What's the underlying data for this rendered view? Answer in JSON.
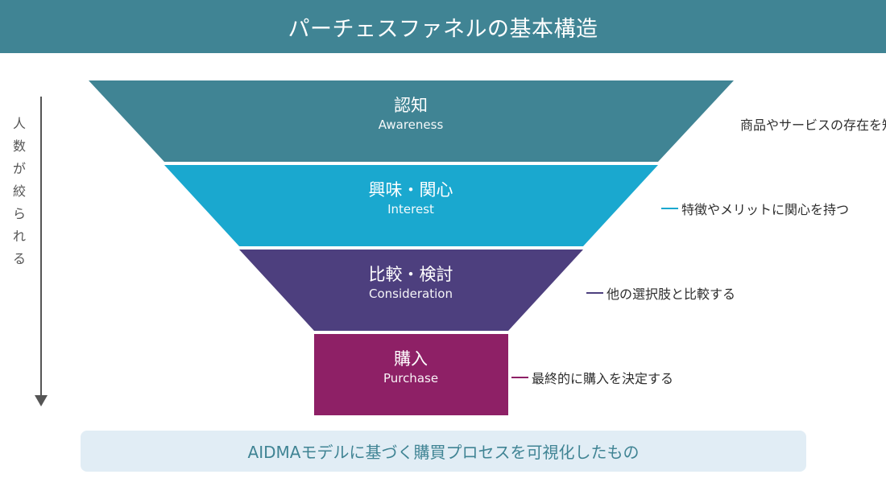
{
  "title": "パーチェスファネルの基本構造",
  "colors": {
    "header": "#408494",
    "arrow": "#555555",
    "note_bg": "#e1edf5",
    "note_text": "#408494"
  },
  "side_label": [
    "人",
    "数",
    "が",
    "絞",
    "ら",
    "れ",
    "る"
  ],
  "stages": [
    {
      "jp": "認知",
      "en": "Awareness",
      "description": "商品やサービスの存在を知る",
      "color": "#408494"
    },
    {
      "jp": "興味・関心",
      "en": "Interest",
      "description": "特徴やメリットに関心を持つ",
      "color": "#1aa8cf"
    },
    {
      "jp": "比較・検討",
      "en": "Consideration",
      "description": "他の選択肢と比較する",
      "color": "#4d3f7e"
    },
    {
      "jp": "購入",
      "en": "Purchase",
      "description": "最終的に購入を決定する",
      "color": "#8e2066"
    }
  ],
  "note": "AIDMAモデルに基づく購買プロセスを可視化したもの"
}
